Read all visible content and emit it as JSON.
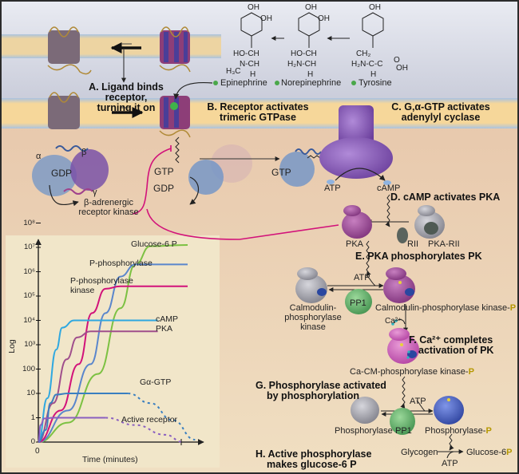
{
  "steps": {
    "a": [
      "A. Ligand binds",
      "receptor,",
      "turning it on"
    ],
    "b": [
      "B. Receptor activates",
      "trimeric GTPase"
    ],
    "c": [
      "C. G,α-GTP activates",
      "adenylyl cyclase"
    ],
    "d": "D. cAMP activates PKA",
    "e": "E. PKA phosphorylates PK",
    "f": [
      "F. Ca²⁺ completes",
      "activation of PK"
    ],
    "g": [
      "G. Phosphorylase activated",
      "by phosphorylation"
    ],
    "h": [
      "H. Active phosphorylase",
      "makes glucose-6 P"
    ]
  },
  "molecules": {
    "epinephrine": "Epinephrine",
    "norepinephrine": "Norepinephrine",
    "tyrosine": "Tyrosine",
    "oh": "OH",
    "hoch": "HO-CH",
    "hnch": "N-CH",
    "h2nch": "H₂N-CH",
    "ch2": "CH₂",
    "h2nc": "H₂N-C-C",
    "h": "H",
    "h3c": "H₃C",
    "o": "O"
  },
  "labels": {
    "alpha": "α",
    "beta": "β",
    "gamma": "γ",
    "gdp": "GDP",
    "gtp": "GTP",
    "bark": [
      "β-adrenergic",
      "receptor kinase"
    ],
    "atp": "ATP",
    "camp": "cAMP",
    "pka": "PKA",
    "rii": "RII",
    "pka_rii": "PKA-RII",
    "cm_pk": [
      "Calmodulin-",
      "phosphorylase",
      "kinase"
    ],
    "pp1": "PP1",
    "cm_pk_p": "Calmodulin-phosphorylase kinase-",
    "ca": "Ca²⁺",
    "ca_cm_pk_p": "Ca-CM-phosphorylase kinase-",
    "phosphorylase": "Phosphorylase",
    "phosphorylase_p": "Phosphorylase-",
    "glycogen": "Glycogen",
    "glucose6p": "Glucose-6",
    "p": "P"
  },
  "colors": {
    "sky": "#c9ccd9",
    "cytoplasm": "#e9c9a8",
    "membrane": "#f2cf8f",
    "panel": "#f1e6c9",
    "cyclase": "#8a5fb8",
    "pka": "#a0509e",
    "pp1": "#5fae6b",
    "phosphorylase_p": "#3a55b8",
    "magenta_line": "#d2127a"
  },
  "chart_data": {
    "type": "line",
    "title": "",
    "xlabel": "Time (minutes)",
    "ylabel": "Log",
    "x_ticks": [
      "0"
    ],
    "y_ticks": [
      "0",
      "1",
      "10",
      "100",
      "10³",
      "10⁴",
      "10⁵",
      "10⁶",
      "10⁷",
      "10⁸"
    ],
    "ylim": [
      0,
      8
    ],
    "xlim": [
      0,
      10
    ],
    "series": [
      {
        "name": "Glucose-6 P",
        "color": "#7cc142",
        "plateau_log": 8.1,
        "x": [
          0,
          2,
          4,
          5.5,
          6.5,
          7.5,
          10
        ],
        "y": [
          0,
          0.8,
          2.8,
          5.5,
          7.3,
          8.05,
          8.1
        ]
      },
      {
        "name": "P-phosphorylase",
        "color": "#5a86cc",
        "plateau_log": 7.3,
        "x": [
          0,
          2,
          3.5,
          4.5,
          5.5,
          6.5,
          10
        ],
        "y": [
          0,
          1.3,
          3.2,
          5.3,
          6.8,
          7.3,
          7.3
        ]
      },
      {
        "name": "P-phosphorylase kinase",
        "color": "#d2127a",
        "plateau_log": 6.4,
        "x": [
          0,
          1.5,
          2.7,
          3.6,
          4.5,
          5.5,
          10
        ],
        "y": [
          0,
          1.3,
          3.2,
          5.3,
          6.3,
          6.4,
          6.4
        ]
      },
      {
        "name": "cAMP",
        "color": "#2fa8e0",
        "plateau_log": 5.0,
        "x": [
          0,
          0.6,
          1.2,
          1.6,
          2.4,
          8
        ],
        "y": [
          0,
          1.8,
          3.8,
          4.7,
          5.0,
          5.0
        ]
      },
      {
        "name": "PKA",
        "color": "#a04f8c",
        "plateau_log": 4.55,
        "x": [
          0,
          1,
          1.9,
          2.6,
          3.5,
          8
        ],
        "y": [
          0,
          1.6,
          3.4,
          4.3,
          4.55,
          4.55
        ]
      },
      {
        "name": "Gα-GTP",
        "color": "#3a7fc0",
        "plateau_log": 2.0,
        "x": [
          0,
          0.5,
          0.8,
          1.2,
          2,
          6
        ],
        "y": [
          0,
          0.5,
          1.6,
          1.95,
          2.0,
          2.0
        ],
        "decay_dashed": {
          "x": [
            6,
            7.5,
            9,
            10.5
          ],
          "y": [
            2.0,
            1.6,
            0.9,
            0.1
          ]
        }
      },
      {
        "name": "Active receptor",
        "color": "#8a5fc0",
        "plateau_log": 1.0,
        "x": [
          0,
          0.15,
          0.4,
          1,
          4.5
        ],
        "y": [
          0,
          0.7,
          0.97,
          1.0,
          1.0
        ],
        "decay_dashed": {
          "x": [
            4.5,
            6.5,
            8.5,
            9.7
          ],
          "y": [
            1.0,
            0.7,
            0.3,
            0.0
          ]
        }
      }
    ],
    "legend": "inline labels at curve ends",
    "grid": false
  }
}
